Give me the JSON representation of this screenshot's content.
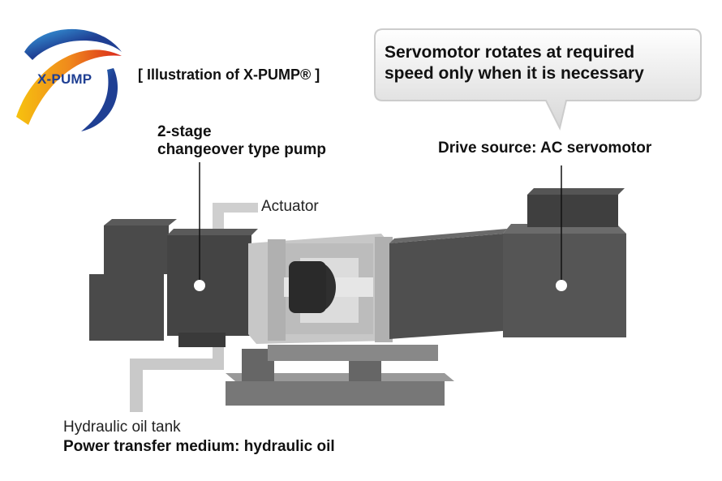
{
  "logo": {
    "text": "X-PUMP",
    "icon": "x-pump-swirl-logo"
  },
  "title": "[ Illustration of X-PUMP® ]",
  "callout": {
    "line1": "Servomotor rotates at required",
    "line2": "speed only when it is necessary"
  },
  "labels": {
    "pump_line1": "2-stage",
    "pump_line2": "changeover type pump",
    "actuator": "Actuator",
    "drive_source": "Drive source: AC servomotor",
    "tank": "Hydraulic oil tank",
    "medium": "Power transfer medium: hydraulic oil"
  },
  "colors": {
    "body_dark": "#4a4a4a",
    "body_mid": "#5c5c5c",
    "frame_light": "#cfcfcf",
    "pipe": "#c9c9c9",
    "logo_blue": "#1f3f93",
    "logo_orange": "#f08a1c",
    "logo_red": "#d9261c"
  }
}
